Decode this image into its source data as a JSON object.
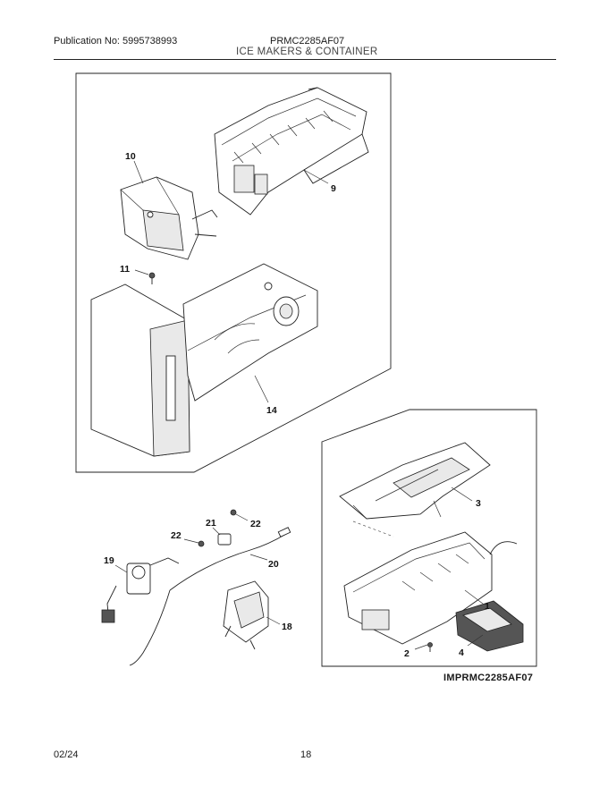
{
  "header": {
    "publication": "Publication No: 5995738993",
    "model": "PRMC2285AF07",
    "section": "ICE MAKERS & CONTAINER"
  },
  "footer": {
    "date": "02/24",
    "page": "18"
  },
  "diagram_id": "IMPRMC2285AF07",
  "callouts": {
    "c1": "1",
    "c2": "2",
    "c3": "3",
    "c4": "4",
    "c9": "9",
    "c10": "10",
    "c11": "11",
    "c14": "14",
    "c18": "18",
    "c19": "19",
    "c20": "20",
    "c21": "21",
    "c22a": "22",
    "c22b": "22"
  }
}
